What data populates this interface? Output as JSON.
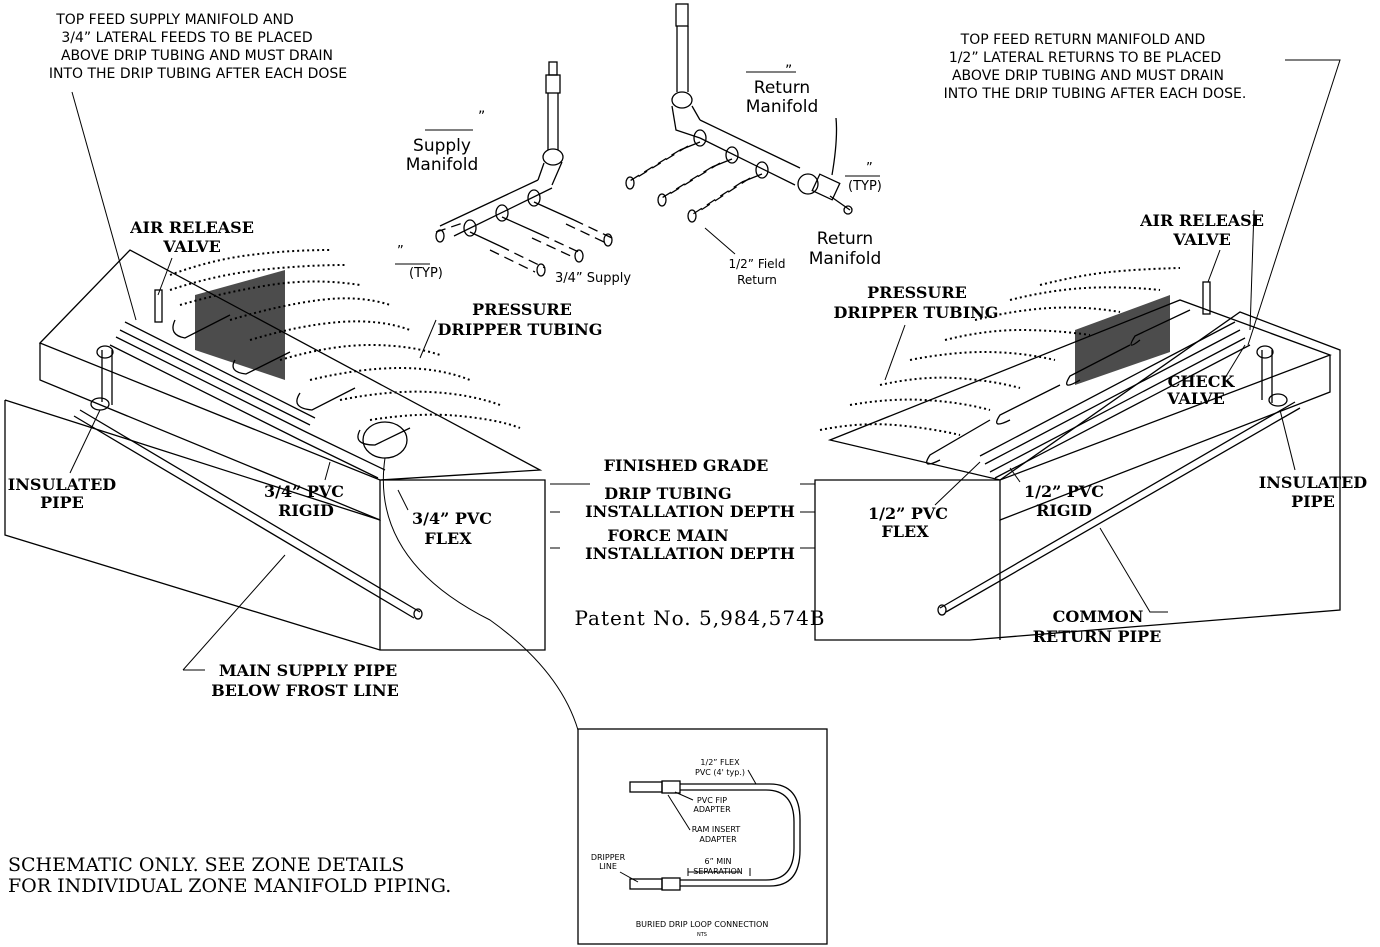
{
  "notes": {
    "top_left": [
      "TOP FEED SUPPLY MANIFOLD AND",
      "3/4” LATERAL FEEDS TO BE PLACED",
      "ABOVE DRIP TUBING AND MUST DRAIN",
      "INTO THE DRIP TUBING AFTER EACH DOSE"
    ],
    "top_right": [
      "TOP FEED RETURN MANIFOLD AND",
      "1/2” LATERAL RETURNS TO BE PLACED",
      "ABOVE DRIP TUBING AND MUST DRAIN",
      "INTO THE DRIP TUBING AFTER EACH DOSE."
    ],
    "schematic": [
      "SCHEMATIC ONLY. SEE ZONE DETAILS",
      "FOR INDIVIDUAL ZONE MANIFOLD PIPING."
    ],
    "patent": "Patent No. 5,984,574B"
  },
  "supply_manifold": {
    "title_lines": [
      "”",
      "Supply",
      "Manifold"
    ],
    "typ": "(TYP)",
    "typ_quote": "”",
    "supply": "3/4” Supply"
  },
  "return_manifold": {
    "title_lines": [
      "”",
      "Return",
      "Manifold"
    ],
    "typ": "(TYP)",
    "typ_quote": "”",
    "return_label_lines": [
      "Return",
      "Manifold"
    ],
    "field_return": [
      "1/2” Field",
      "Return"
    ]
  },
  "left_zone": {
    "air_release": [
      "AIR RELEASE",
      "VALVE"
    ],
    "pressure_tubing": [
      "PRESSURE",
      "DRIPPER TUBING"
    ],
    "insulated": [
      "INSULATED",
      "PIPE"
    ],
    "rigid": [
      "3/4” PVC",
      "RIGID"
    ],
    "flex": [
      "3/4” PVC",
      "FLEX"
    ],
    "main_supply": [
      "MAIN SUPPLY PIPE",
      "BELOW FROST LINE"
    ]
  },
  "right_zone": {
    "air_release": [
      "AIR RELEASE",
      "VALVE"
    ],
    "pressure_tubing": [
      "PRESSURE",
      "DRIPPER TUBING"
    ],
    "check_valve": [
      "CHECK",
      "VALVE"
    ],
    "insulated": [
      "INSULATED",
      "PIPE"
    ],
    "rigid": [
      "1/2” PVC",
      "RIGID"
    ],
    "flex": [
      "1/2” PVC",
      "FLEX"
    ],
    "common_return": [
      "COMMON",
      "RETURN PIPE"
    ]
  },
  "center": {
    "finished_grade": "FINISHED GRADE",
    "drip_depth": [
      "DRIP TUBING",
      "INSTALLATION DEPTH"
    ],
    "force_main": [
      "FORCE MAIN",
      "INSTALLATION DEPTH"
    ]
  },
  "detail": {
    "flex": [
      "1/2” FLEX",
      "PVC (4' typ.)"
    ],
    "fip": [
      "PVC FIP",
      "ADAPTER"
    ],
    "ram": [
      "RAM INSERT",
      "ADAPTER"
    ],
    "dripper": [
      "DRIPPER",
      "LINE"
    ],
    "separation": [
      "6” MIN",
      "SEPARATION"
    ],
    "title": "BURIED DRIP LOOP CONNECTION",
    "nts": "NTS"
  }
}
